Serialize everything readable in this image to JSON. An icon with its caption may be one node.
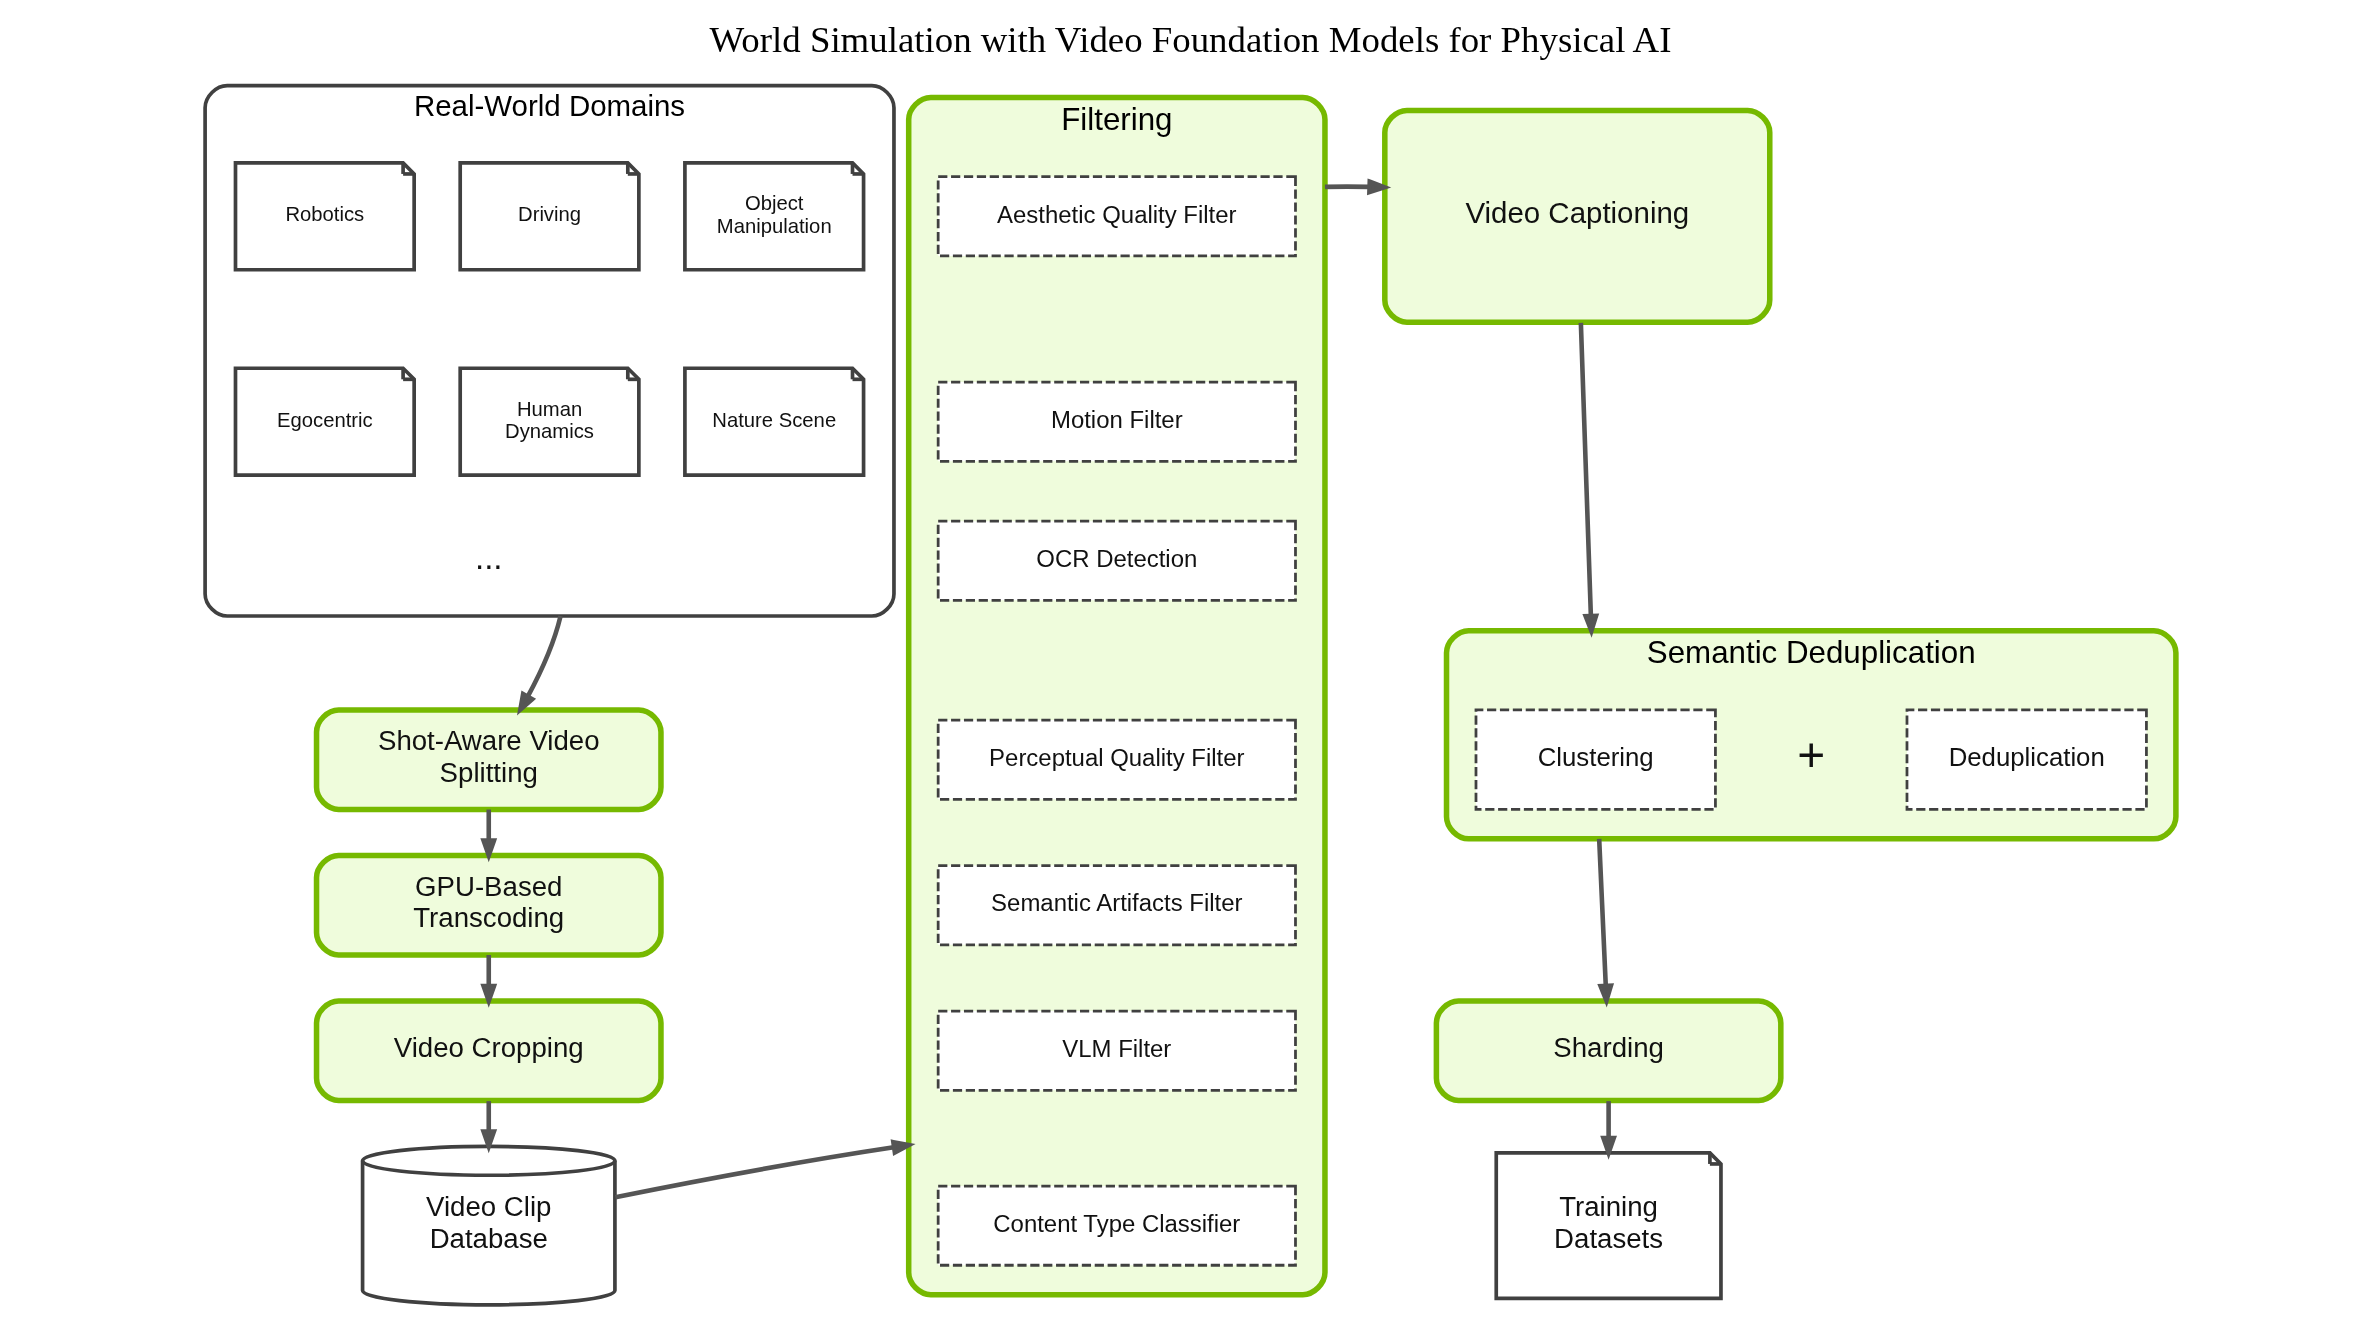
{
  "diagram": {
    "title": "World Simulation with Video Foundation Models for Physical AI",
    "nodes": [
      {
        "text": [
          "Real-World Domains"
        ]
      },
      {
        "text": [
          "Robotics"
        ],
        "in": 0
      },
      {
        "text": [
          "Driving"
        ],
        "in": 0
      },
      {
        "text": [
          "Object Manipulation"
        ],
        "in": 0
      },
      {
        "text": [
          "Egocentric"
        ],
        "in": 0
      },
      {
        "text": [
          "Human Dynamics"
        ],
        "in": 0
      },
      {
        "text": [
          "Nature Scene"
        ],
        "in": 0
      },
      {
        "text": [
          "Shot-Aware Video Splitting"
        ]
      },
      {
        "text": [
          "GPU-Based Transcoding"
        ]
      },
      {
        "text": [
          "Video Cropping"
        ]
      },
      {
        "text": [
          "Video Clip Database"
        ]
      },
      {
        "text": [
          "Filtering"
        ]
      },
      {
        "text": [
          "Aesthetic Quality Filter"
        ],
        "in": 11
      },
      {
        "text": [
          "Motion Filter"
        ],
        "in": 11
      },
      {
        "text": [
          "OCR Detection"
        ],
        "in": 11
      },
      {
        "text": [
          "Perceptual Quality Filter"
        ],
        "in": 11
      },
      {
        "text": [
          "Semantic Artifacts Filter"
        ],
        "in": 11
      },
      {
        "text": [
          "VLM Filter"
        ],
        "in": 11
      },
      {
        "text": [
          "Content Type Classifier"
        ],
        "in": 11
      },
      {
        "text": [
          "Video Captioning"
        ]
      },
      {
        "text": [
          "Semantic Deduplication"
        ]
      },
      {
        "text": [
          "Clustering"
        ],
        "in": 20
      },
      {
        "text": [
          "Deduplication"
        ],
        "in": 20
      },
      {
        "text": [
          "Sharding"
        ]
      },
      {
        "text": [
          "Training Datasets"
        ]
      }
    ],
    "edges": [
      {
        "from": 0,
        "to": 7,
        "arrow": "to"
      },
      {
        "from": 7,
        "to": 8,
        "arrow": "to"
      },
      {
        "from": 8,
        "to": 9,
        "arrow": "to"
      },
      {
        "from": 9,
        "to": 10,
        "arrow": "to"
      },
      {
        "from": 10,
        "to": 11,
        "arrow": "to"
      },
      {
        "from": 11,
        "to": 19,
        "arrow": "to"
      },
      {
        "from": 19,
        "to": 20,
        "arrow": "to"
      },
      {
        "from": 20,
        "to": 23,
        "arrow": "to"
      },
      {
        "from": 23,
        "to": 24,
        "arrow": "to"
      }
    ],
    "labels": [
      "...",
      "+"
    ]
  }
}
